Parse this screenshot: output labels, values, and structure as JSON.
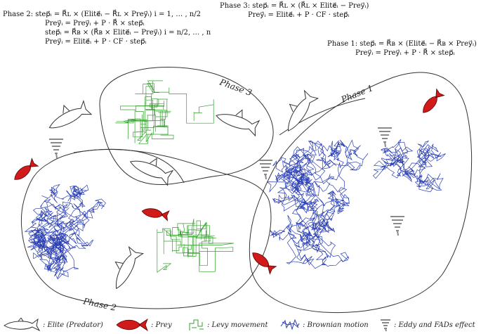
{
  "phases": {
    "phase1": {
      "label": "Phase 1",
      "eq1": "Phase 1: step⃗ᵢ = R⃗ʙ × (Elite⃗ᵢ − R⃗ʙ × Prey⃗ᵢ)",
      "eq2": "Prey⃗ᵢ = Prey⃗ᵢ + P · R⃗ × step⃗ᵢ"
    },
    "phase2": {
      "label": "Phase 2",
      "eq1": "Phase 2: step⃗ᵢ = R⃗ʟ × (Elite⃗ᵢ − R⃗ʟ × Prey⃗ᵢ)  i = 1, … , n/2",
      "eq2": "Prey⃗ᵢ = Prey⃗ᵢ + P · R⃗ × step⃗ᵢ",
      "eq3": "step⃗ᵢ = R⃗ʙ × (R⃗ʙ × Elite⃗ᵢ − Prey⃗ᵢ)  i = n/2, … , n",
      "eq4": "Prey⃗ᵢ = Elite⃗ᵢ + P · CF · step⃗ᵢ"
    },
    "phase3": {
      "label": "Phase 3",
      "eq1": "Phase 3: step⃗ᵢ = R⃗ʟ × (R⃗ʟ × Elite⃗ᵢ − Prey⃗ᵢ)",
      "eq2": "Prey⃗ᵢ = Elite⃗ᵢ + P · CF · step⃗ᵢ"
    }
  },
  "legend": {
    "predator": ": Elite (Predator)",
    "prey": ": Prey",
    "levy": ": Levy movement",
    "brownian": ": Brownian motion",
    "eddy": ": Eddy and FADs effect"
  },
  "colors": {
    "prey": "#d11a1a",
    "levy": "#33a02c",
    "brownian": "#2b3fb5",
    "eddy": "#8a8a8a",
    "outline": "#333333"
  }
}
